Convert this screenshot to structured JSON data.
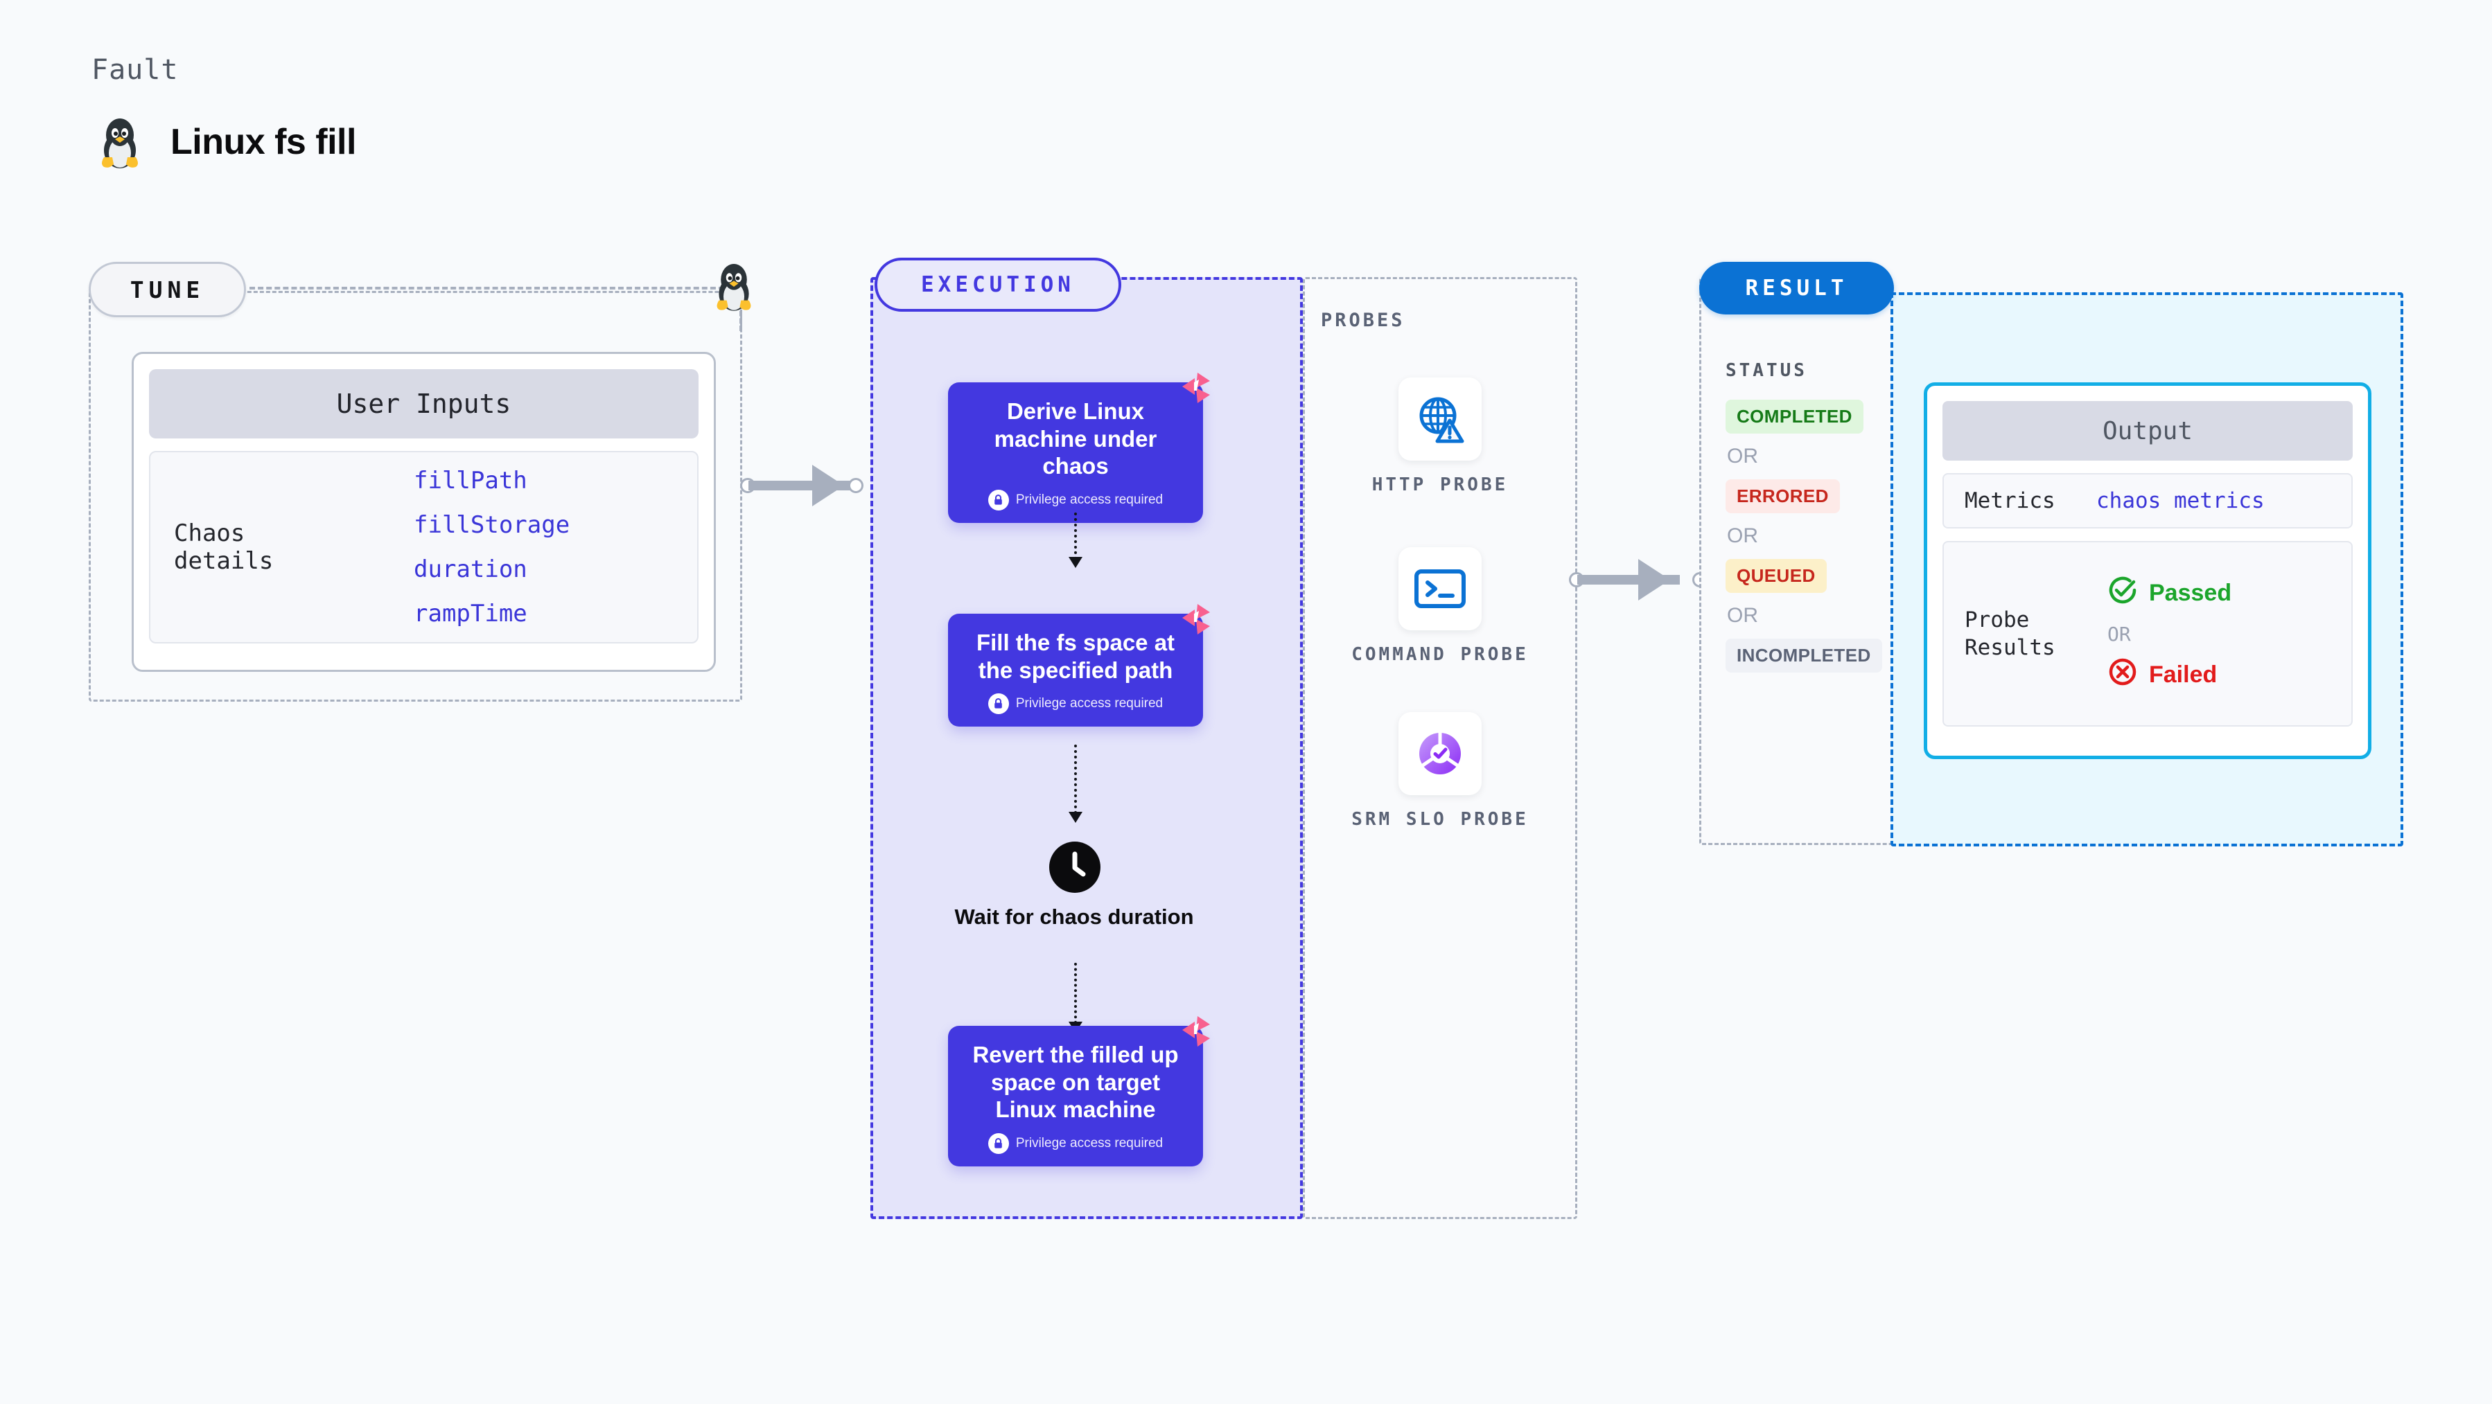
{
  "header": {
    "kicker": "Fault",
    "title": "Linux fs fill",
    "icon": "linux-penguin-icon"
  },
  "tune": {
    "pill_label": "TUNE",
    "card_title": "User Inputs",
    "detail_key": "Chaos details",
    "inputs": [
      "fillPath",
      "fillStorage",
      "duration",
      "rampTime"
    ]
  },
  "execution": {
    "pill_label": "EXECUTION",
    "steps": [
      {
        "title": "Derive Linux machine under chaos",
        "sub": "Privilege access required",
        "icon": "lock-icon",
        "badge": "harness-logo-icon"
      },
      {
        "title": "Fill the fs space at the specified path",
        "sub": "Privilege access required",
        "icon": "lock-icon",
        "badge": "harness-logo-icon"
      }
    ],
    "wait_node": {
      "label": "Wait for chaos duration",
      "icon": "clock-icon"
    },
    "final_step": {
      "title": "Revert the filled up space on target Linux machine",
      "sub": "Privilege access required",
      "icon": "lock-icon",
      "badge": "harness-logo-icon"
    }
  },
  "probes": {
    "label": "PROBES",
    "items": [
      {
        "label": "HTTP PROBE",
        "icon": "globe-warning-icon"
      },
      {
        "label": "COMMAND PROBE",
        "icon": "terminal-prompt-icon"
      },
      {
        "label": "SRM SLO PROBE",
        "icon": "slo-check-donut-icon"
      }
    ]
  },
  "result": {
    "pill_label": "RESULT",
    "status_label": "STATUS",
    "or_label": "OR",
    "statuses": [
      {
        "label": "COMPLETED",
        "bg": "#DFF6DD",
        "fg": "#157A17"
      },
      {
        "label": "ERRORED",
        "bg": "#FDEAE8",
        "fg": "#C6271D"
      },
      {
        "label": "QUEUED",
        "bg": "#FCF0C9",
        "fg": "#C6271D"
      },
      {
        "label": "INCOMPLETED",
        "bg": "#EFF1F6",
        "fg": "#5A6275"
      }
    ]
  },
  "output": {
    "title": "Output",
    "metrics_key": "Metrics",
    "metrics_value": "chaos metrics",
    "probe_results_key": "Probe Results",
    "or_label": "OR",
    "passed_label": "Passed",
    "failed_label": "Failed",
    "passed_icon": "check-circle-icon",
    "failed_icon": "x-circle-icon"
  },
  "colors": {
    "accent_purple": "#4338E0",
    "accent_blue": "#0B72D4",
    "accent_cyan": "#12AEE6",
    "accent_pink": "#F8608F",
    "connector_gray": "#A7AFBE",
    "code_blue": "#3A35D8"
  }
}
